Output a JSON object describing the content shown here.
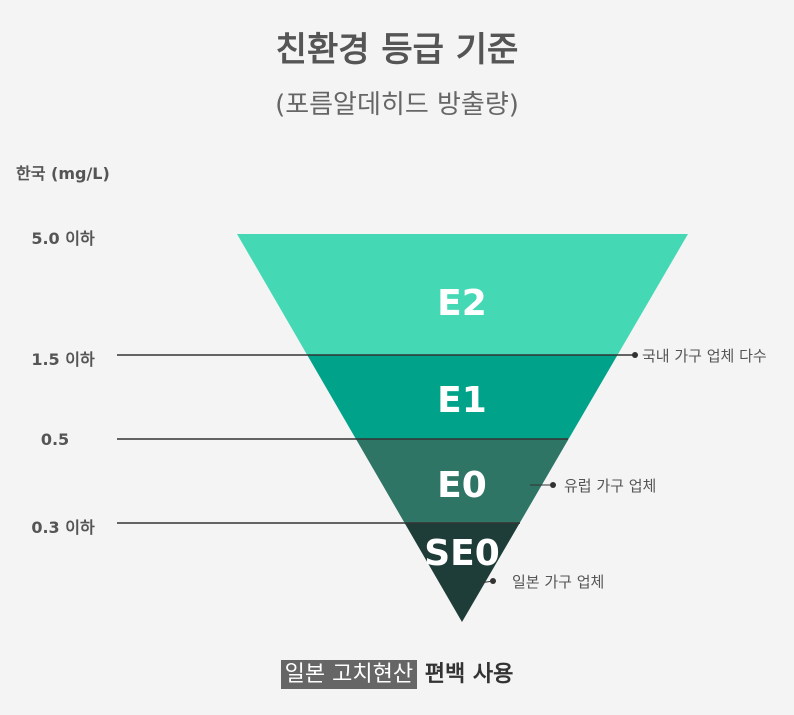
{
  "title": "친환경 등급 기준",
  "subtitle": "(포름알데히드 방출량)",
  "axis_label": "한국 (mg/L)",
  "levels": [
    "5.0 이하",
    "1.5 이하",
    "0.5",
    "0.3 이하"
  ],
  "grades": [
    {
      "label": "E2",
      "color": "#44d9b4"
    },
    {
      "label": "E1",
      "color": "#00a38a"
    },
    {
      "label": "E0",
      "color": "#2e7566"
    },
    {
      "label": "SE0",
      "color": "#1f3d38"
    }
  ],
  "notes": [
    "국내 가구 업체 다수",
    "유럽 가구 업체",
    "일본 가구 업체"
  ],
  "footer": {
    "highlight": "일본 고치현산",
    "rest": "편백 사용"
  }
}
